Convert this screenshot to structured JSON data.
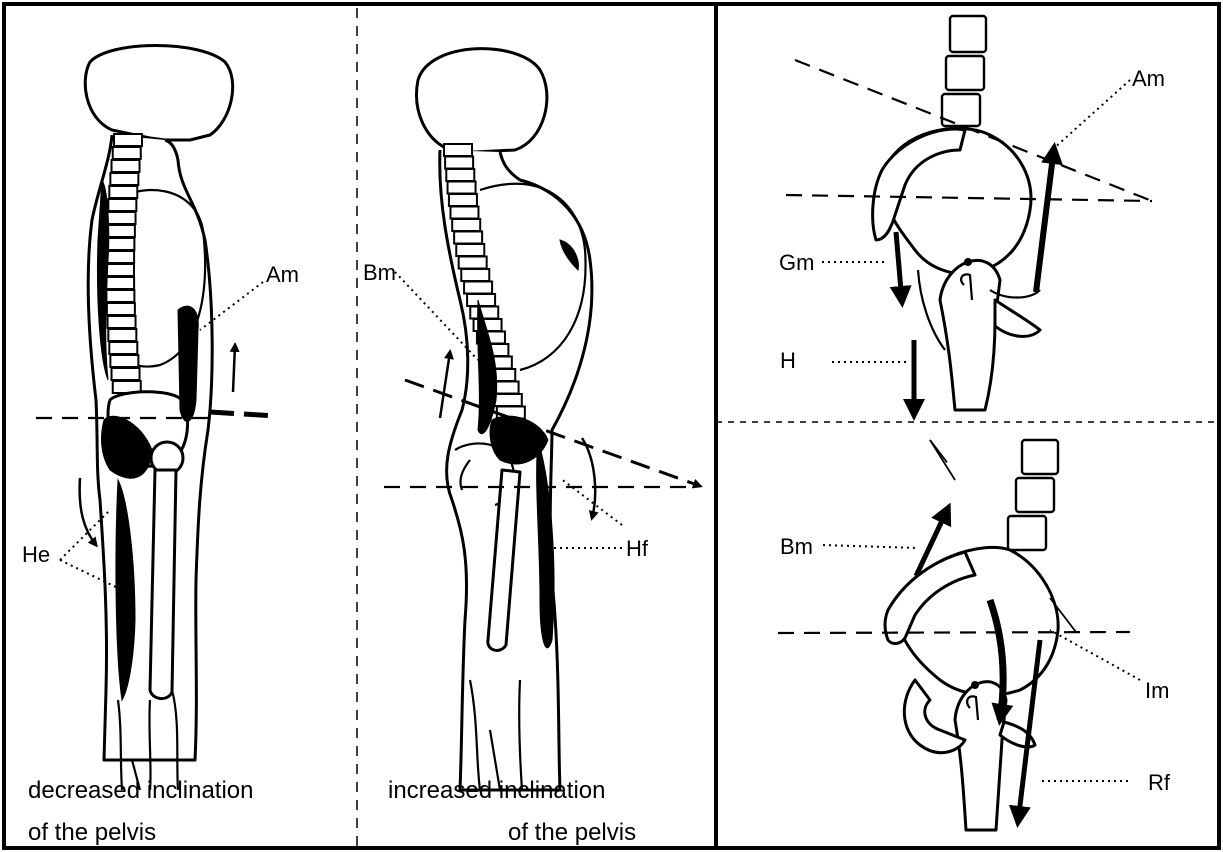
{
  "labels": {
    "am_left": "Am",
    "he": "He",
    "bm_mid": "Bm",
    "hf": "Hf",
    "am_right": "Am",
    "gm": "Gm",
    "h": "H",
    "bm_right": "Bm",
    "im": "Im",
    "rf": "Rf"
  },
  "captions": {
    "left_line1": "decreased inclination",
    "left_line2": "of the pelvis",
    "mid_line1": "increased inclination",
    "mid_line2": "of the pelvis"
  }
}
